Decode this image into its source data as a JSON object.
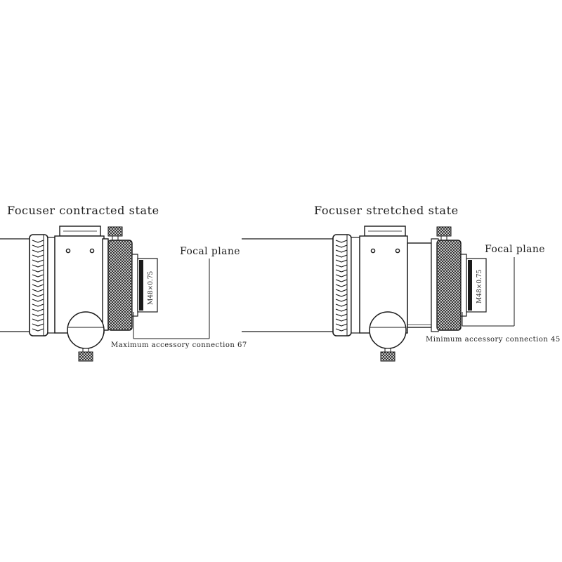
{
  "left": {
    "title": "Focuser contracted state",
    "focal_plane_label": "Focal plane",
    "thread_label": "M48×0.75",
    "connection_label": "Maximum accessory connection 67"
  },
  "right": {
    "title": "Focuser stretched state",
    "focal_plane_label": "Focal plane",
    "thread_label": "M48×0.75",
    "connection_label": "Minimum accessory connection 45"
  },
  "colors": {
    "line": "#1a1a1a",
    "knurl_dark": "#111111",
    "background": "#ffffff"
  }
}
